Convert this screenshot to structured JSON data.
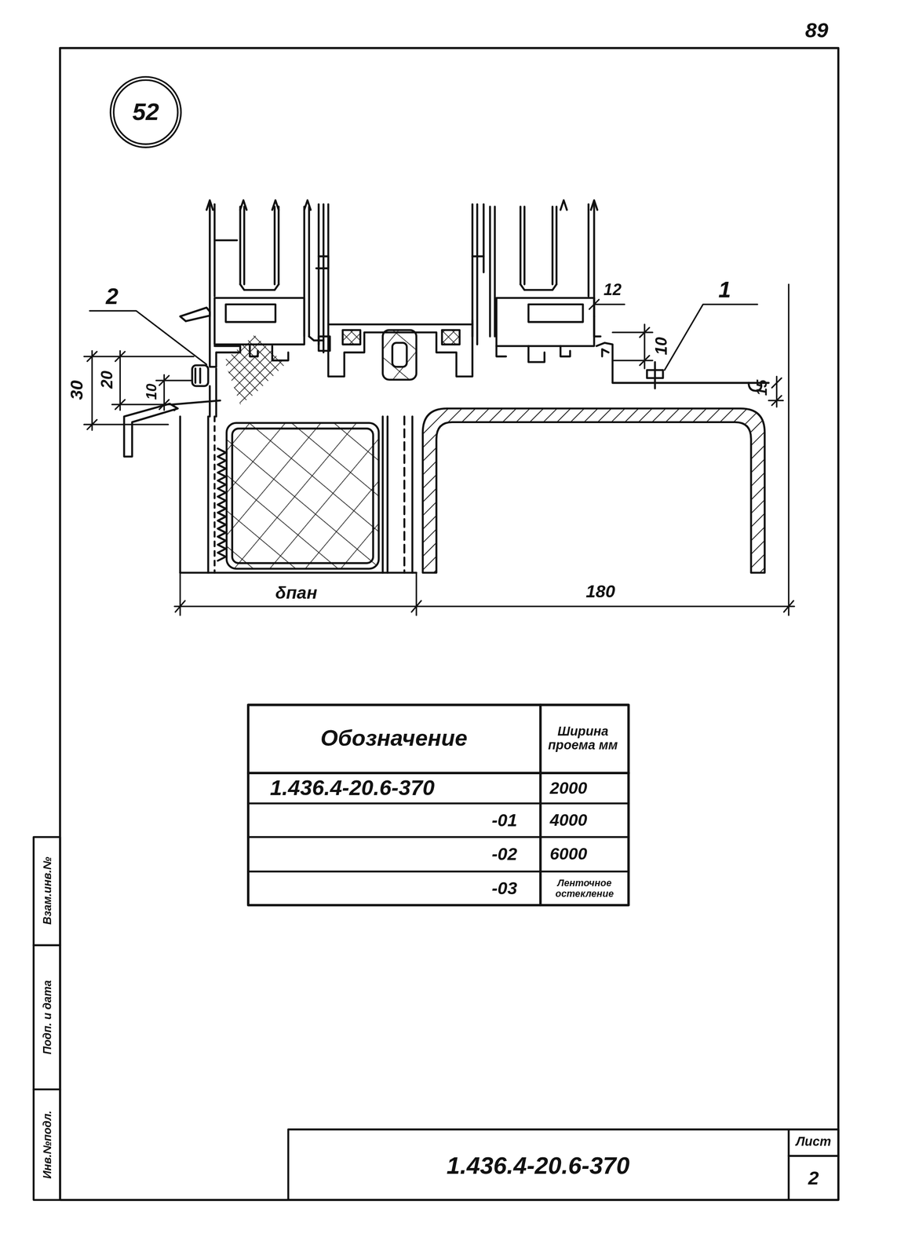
{
  "diagram": {
    "nodes": [
      {
        "text": [
          "52"
        ]
      }
    ],
    "labels": [
      "89",
      "2",
      "1",
      "12",
      "10",
      "30",
      "20",
      "10",
      "15",
      "δпан",
      "180",
      "Обозначение",
      "Ширина проема мм",
      "1.436.4-20.6-370",
      "2000",
      "-01",
      "4000",
      "-02",
      "6000",
      "-03",
      "Ленточное остекление",
      "1.436.4-20.6-370",
      "Лист",
      "2",
      "Взам.инв.№",
      "Подп. и дата",
      "Инв.№подл."
    ]
  }
}
